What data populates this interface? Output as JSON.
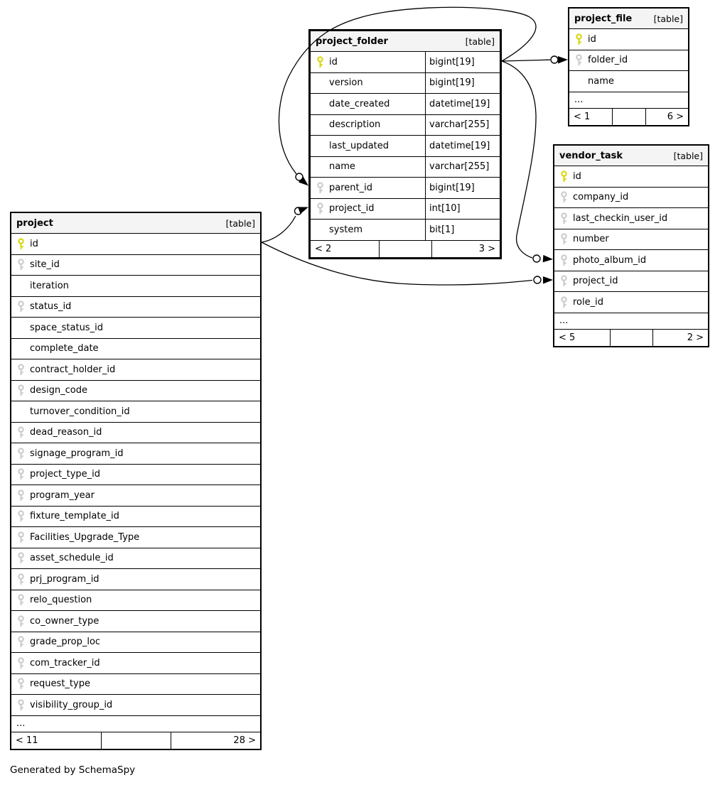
{
  "diagram": {
    "credit": "Generated by SchemaSpy",
    "colors": {
      "primary_key": "#d8d500",
      "foreign_key": "#c9c9c9",
      "header_background": "#f4f4f4",
      "border": "#000000"
    }
  },
  "tables": [
    {
      "id": "project",
      "name": "project",
      "tag": "[table]",
      "columns": [
        {
          "name": "id",
          "key": "pk"
        },
        {
          "name": "site_id",
          "key": "fk"
        },
        {
          "name": "iteration",
          "key": ""
        },
        {
          "name": "status_id",
          "key": "fk"
        },
        {
          "name": "space_status_id",
          "key": ""
        },
        {
          "name": "complete_date",
          "key": ""
        },
        {
          "name": "contract_holder_id",
          "key": "fk"
        },
        {
          "name": "design_code",
          "key": "fk"
        },
        {
          "name": "turnover_condition_id",
          "key": ""
        },
        {
          "name": "dead_reason_id",
          "key": "fk"
        },
        {
          "name": "signage_program_id",
          "key": "fk"
        },
        {
          "name": "project_type_id",
          "key": "fk"
        },
        {
          "name": "program_year",
          "key": "fk"
        },
        {
          "name": "fixture_template_id",
          "key": "fk"
        },
        {
          "name": "Facilities_Upgrade_Type",
          "key": "fk"
        },
        {
          "name": "asset_schedule_id",
          "key": "fk"
        },
        {
          "name": "prj_program_id",
          "key": "fk"
        },
        {
          "name": "relo_question",
          "key": "fk"
        },
        {
          "name": "co_owner_type",
          "key": "fk"
        },
        {
          "name": "grade_prop_loc",
          "key": "fk"
        },
        {
          "name": "com_tracker_id",
          "key": "fk"
        },
        {
          "name": "request_type",
          "key": "fk"
        },
        {
          "name": "visibility_group_id",
          "key": "fk"
        }
      ],
      "ellipsis": "...",
      "footer": {
        "left": "< 11",
        "middle": "",
        "right": "28 >"
      }
    },
    {
      "id": "project_folder",
      "name": "project_folder",
      "tag": "[table]",
      "columns": [
        {
          "name": "id",
          "type": "bigint[19]",
          "key": "pk"
        },
        {
          "name": "version",
          "type": "bigint[19]",
          "key": ""
        },
        {
          "name": "date_created",
          "type": "datetime[19]",
          "key": ""
        },
        {
          "name": "description",
          "type": "varchar[255]",
          "key": ""
        },
        {
          "name": "last_updated",
          "type": "datetime[19]",
          "key": ""
        },
        {
          "name": "name",
          "type": "varchar[255]",
          "key": ""
        },
        {
          "name": "parent_id",
          "type": "bigint[19]",
          "key": "fk"
        },
        {
          "name": "project_id",
          "type": "int[10]",
          "key": "fk"
        },
        {
          "name": "system",
          "type": "bit[1]",
          "key": ""
        }
      ],
      "ellipsis": "",
      "footer": {
        "left": "< 2",
        "middle": "",
        "right": "3 >"
      }
    },
    {
      "id": "project_file",
      "name": "project_file",
      "tag": "[table]",
      "columns": [
        {
          "name": "id",
          "key": "pk"
        },
        {
          "name": "folder_id",
          "key": "fk"
        },
        {
          "name": "name",
          "key": ""
        }
      ],
      "ellipsis": "...",
      "footer": {
        "left": "< 1",
        "middle": "",
        "right": "6 >"
      }
    },
    {
      "id": "vendor_task",
      "name": "vendor_task",
      "tag": "[table]",
      "columns": [
        {
          "name": "id",
          "key": "pk"
        },
        {
          "name": "company_id",
          "key": "fk"
        },
        {
          "name": "last_checkin_user_id",
          "key": "fk"
        },
        {
          "name": "number",
          "key": "fk"
        },
        {
          "name": "photo_album_id",
          "key": "fk"
        },
        {
          "name": "project_id",
          "key": "fk"
        },
        {
          "name": "role_id",
          "key": "fk"
        }
      ],
      "ellipsis": "...",
      "footer": {
        "left": "< 5",
        "middle": "",
        "right": "2 >"
      }
    }
  ],
  "relationships": [
    {
      "from": "project_folder.id",
      "to": "project_folder.parent_id"
    },
    {
      "from": "project_folder.id",
      "to": "project_file.folder_id"
    },
    {
      "from": "project_folder.id",
      "to": "vendor_task.photo_album_id"
    },
    {
      "from": "project.id",
      "to": "project_folder.project_id"
    },
    {
      "from": "project.id",
      "to": "vendor_task.project_id"
    }
  ]
}
